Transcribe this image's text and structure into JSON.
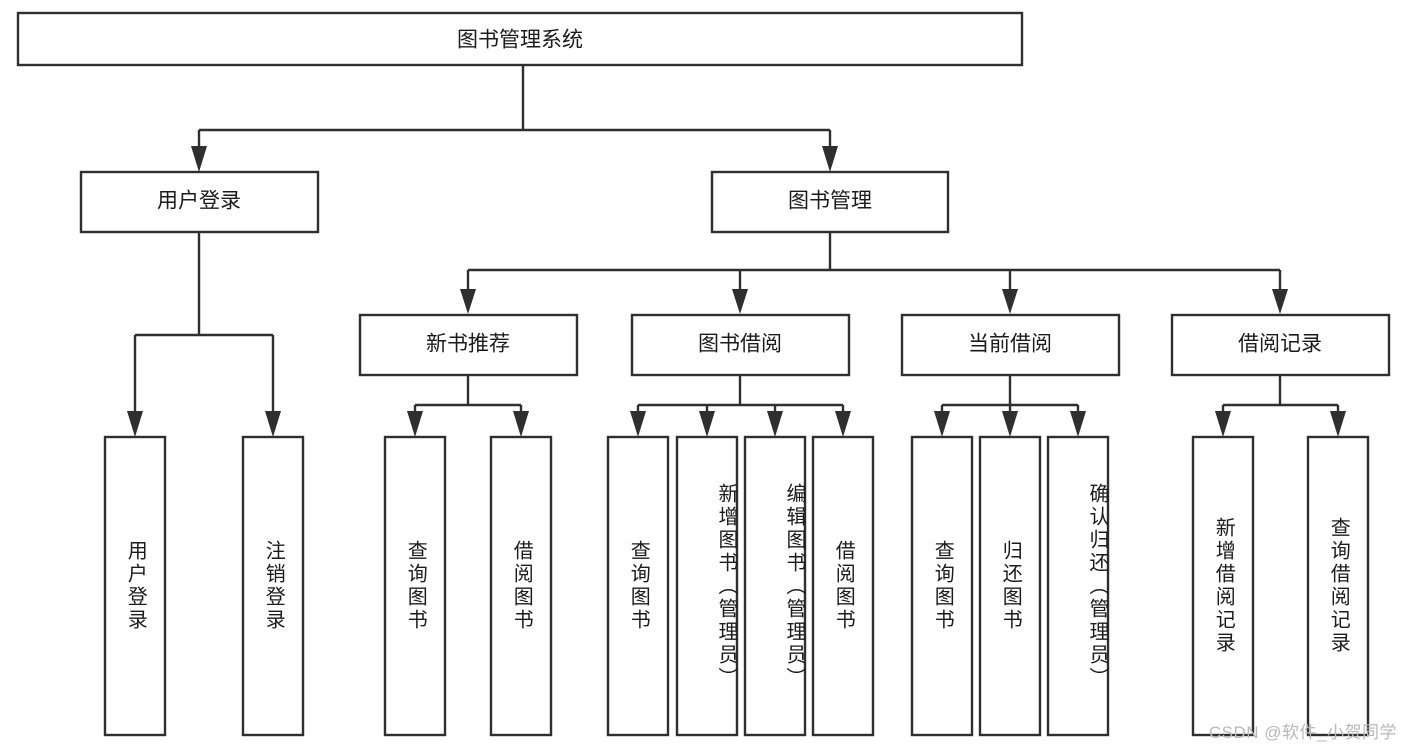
{
  "diagram": {
    "type": "tree-hierarchy-chart",
    "title": "图书管理系统",
    "watermark": "CSDN @软件_小贺同学",
    "colors": {
      "background": "#ffffff",
      "stroke": "#2f2f2f",
      "text": "#1b1b1b",
      "watermark": "#b9b9b9"
    },
    "levels": [
      {
        "level": 1,
        "nodes": [
          {
            "id": "root",
            "label": "图书管理系统",
            "orientation": "horizontal"
          }
        ]
      },
      {
        "level": 2,
        "nodes": [
          {
            "id": "user-login",
            "label": "用户登录",
            "orientation": "horizontal",
            "parent": "root"
          },
          {
            "id": "book-management",
            "label": "图书管理",
            "orientation": "horizontal",
            "parent": "root"
          }
        ]
      },
      {
        "level": 3,
        "nodes": [
          {
            "id": "new-book-recommend",
            "label": "新书推荐",
            "orientation": "horizontal",
            "parent": "book-management"
          },
          {
            "id": "book-borrow",
            "label": "图书借阅",
            "orientation": "horizontal",
            "parent": "book-management"
          },
          {
            "id": "current-borrow",
            "label": "当前借阅",
            "orientation": "horizontal",
            "parent": "book-management"
          },
          {
            "id": "borrow-records",
            "label": "借阅记录",
            "orientation": "horizontal",
            "parent": "book-management"
          }
        ]
      },
      {
        "level": 4,
        "nodes": [
          {
            "id": "leaf-user-login",
            "label": "用户登录",
            "orientation": "vertical",
            "parent": "user-login"
          },
          {
            "id": "leaf-user-logout",
            "label": "注销登录",
            "orientation": "vertical",
            "parent": "user-login"
          },
          {
            "id": "leaf-query-book-1",
            "label": "查询图书",
            "orientation": "vertical",
            "parent": "new-book-recommend"
          },
          {
            "id": "leaf-borrow-book-1",
            "label": "借阅图书",
            "orientation": "vertical",
            "parent": "new-book-recommend"
          },
          {
            "id": "leaf-query-book-2",
            "label": "查询图书",
            "orientation": "vertical",
            "parent": "book-borrow"
          },
          {
            "id": "leaf-add-book",
            "label": "新增图书（管理员）",
            "orientation": "vertical",
            "parent": "book-borrow"
          },
          {
            "id": "leaf-edit-book",
            "label": "编辑图书（管理员）",
            "orientation": "vertical",
            "parent": "book-borrow"
          },
          {
            "id": "leaf-borrow-book-2",
            "label": "借阅图书",
            "orientation": "vertical",
            "parent": "book-borrow"
          },
          {
            "id": "leaf-query-book-3",
            "label": "查询图书",
            "orientation": "vertical",
            "parent": "current-borrow"
          },
          {
            "id": "leaf-return-book",
            "label": "归还图书",
            "orientation": "vertical",
            "parent": "current-borrow"
          },
          {
            "id": "leaf-confirm-return",
            "label": "确认归还（管理员）",
            "orientation": "vertical",
            "parent": "current-borrow"
          },
          {
            "id": "leaf-add-record",
            "label": "新增借阅记录",
            "orientation": "vertical",
            "parent": "borrow-records"
          },
          {
            "id": "leaf-query-record",
            "label": "查询借阅记录",
            "orientation": "vertical",
            "parent": "borrow-records"
          }
        ]
      }
    ]
  }
}
